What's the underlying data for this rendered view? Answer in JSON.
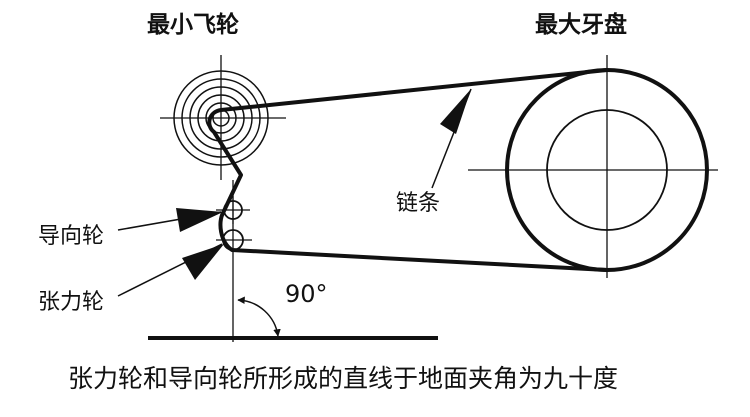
{
  "labels": {
    "smallest_cog": "最小飞轮",
    "largest_chainring": "最大牙盘",
    "chain": "链条",
    "guide_pulley": "导向轮",
    "tension_pulley": "张力轮",
    "angle": "90°"
  },
  "caption": "张力轮和导向轮所形成的直线于地面夹角为九十度",
  "colors": {
    "ink": "#111111",
    "background": "#ffffff"
  }
}
